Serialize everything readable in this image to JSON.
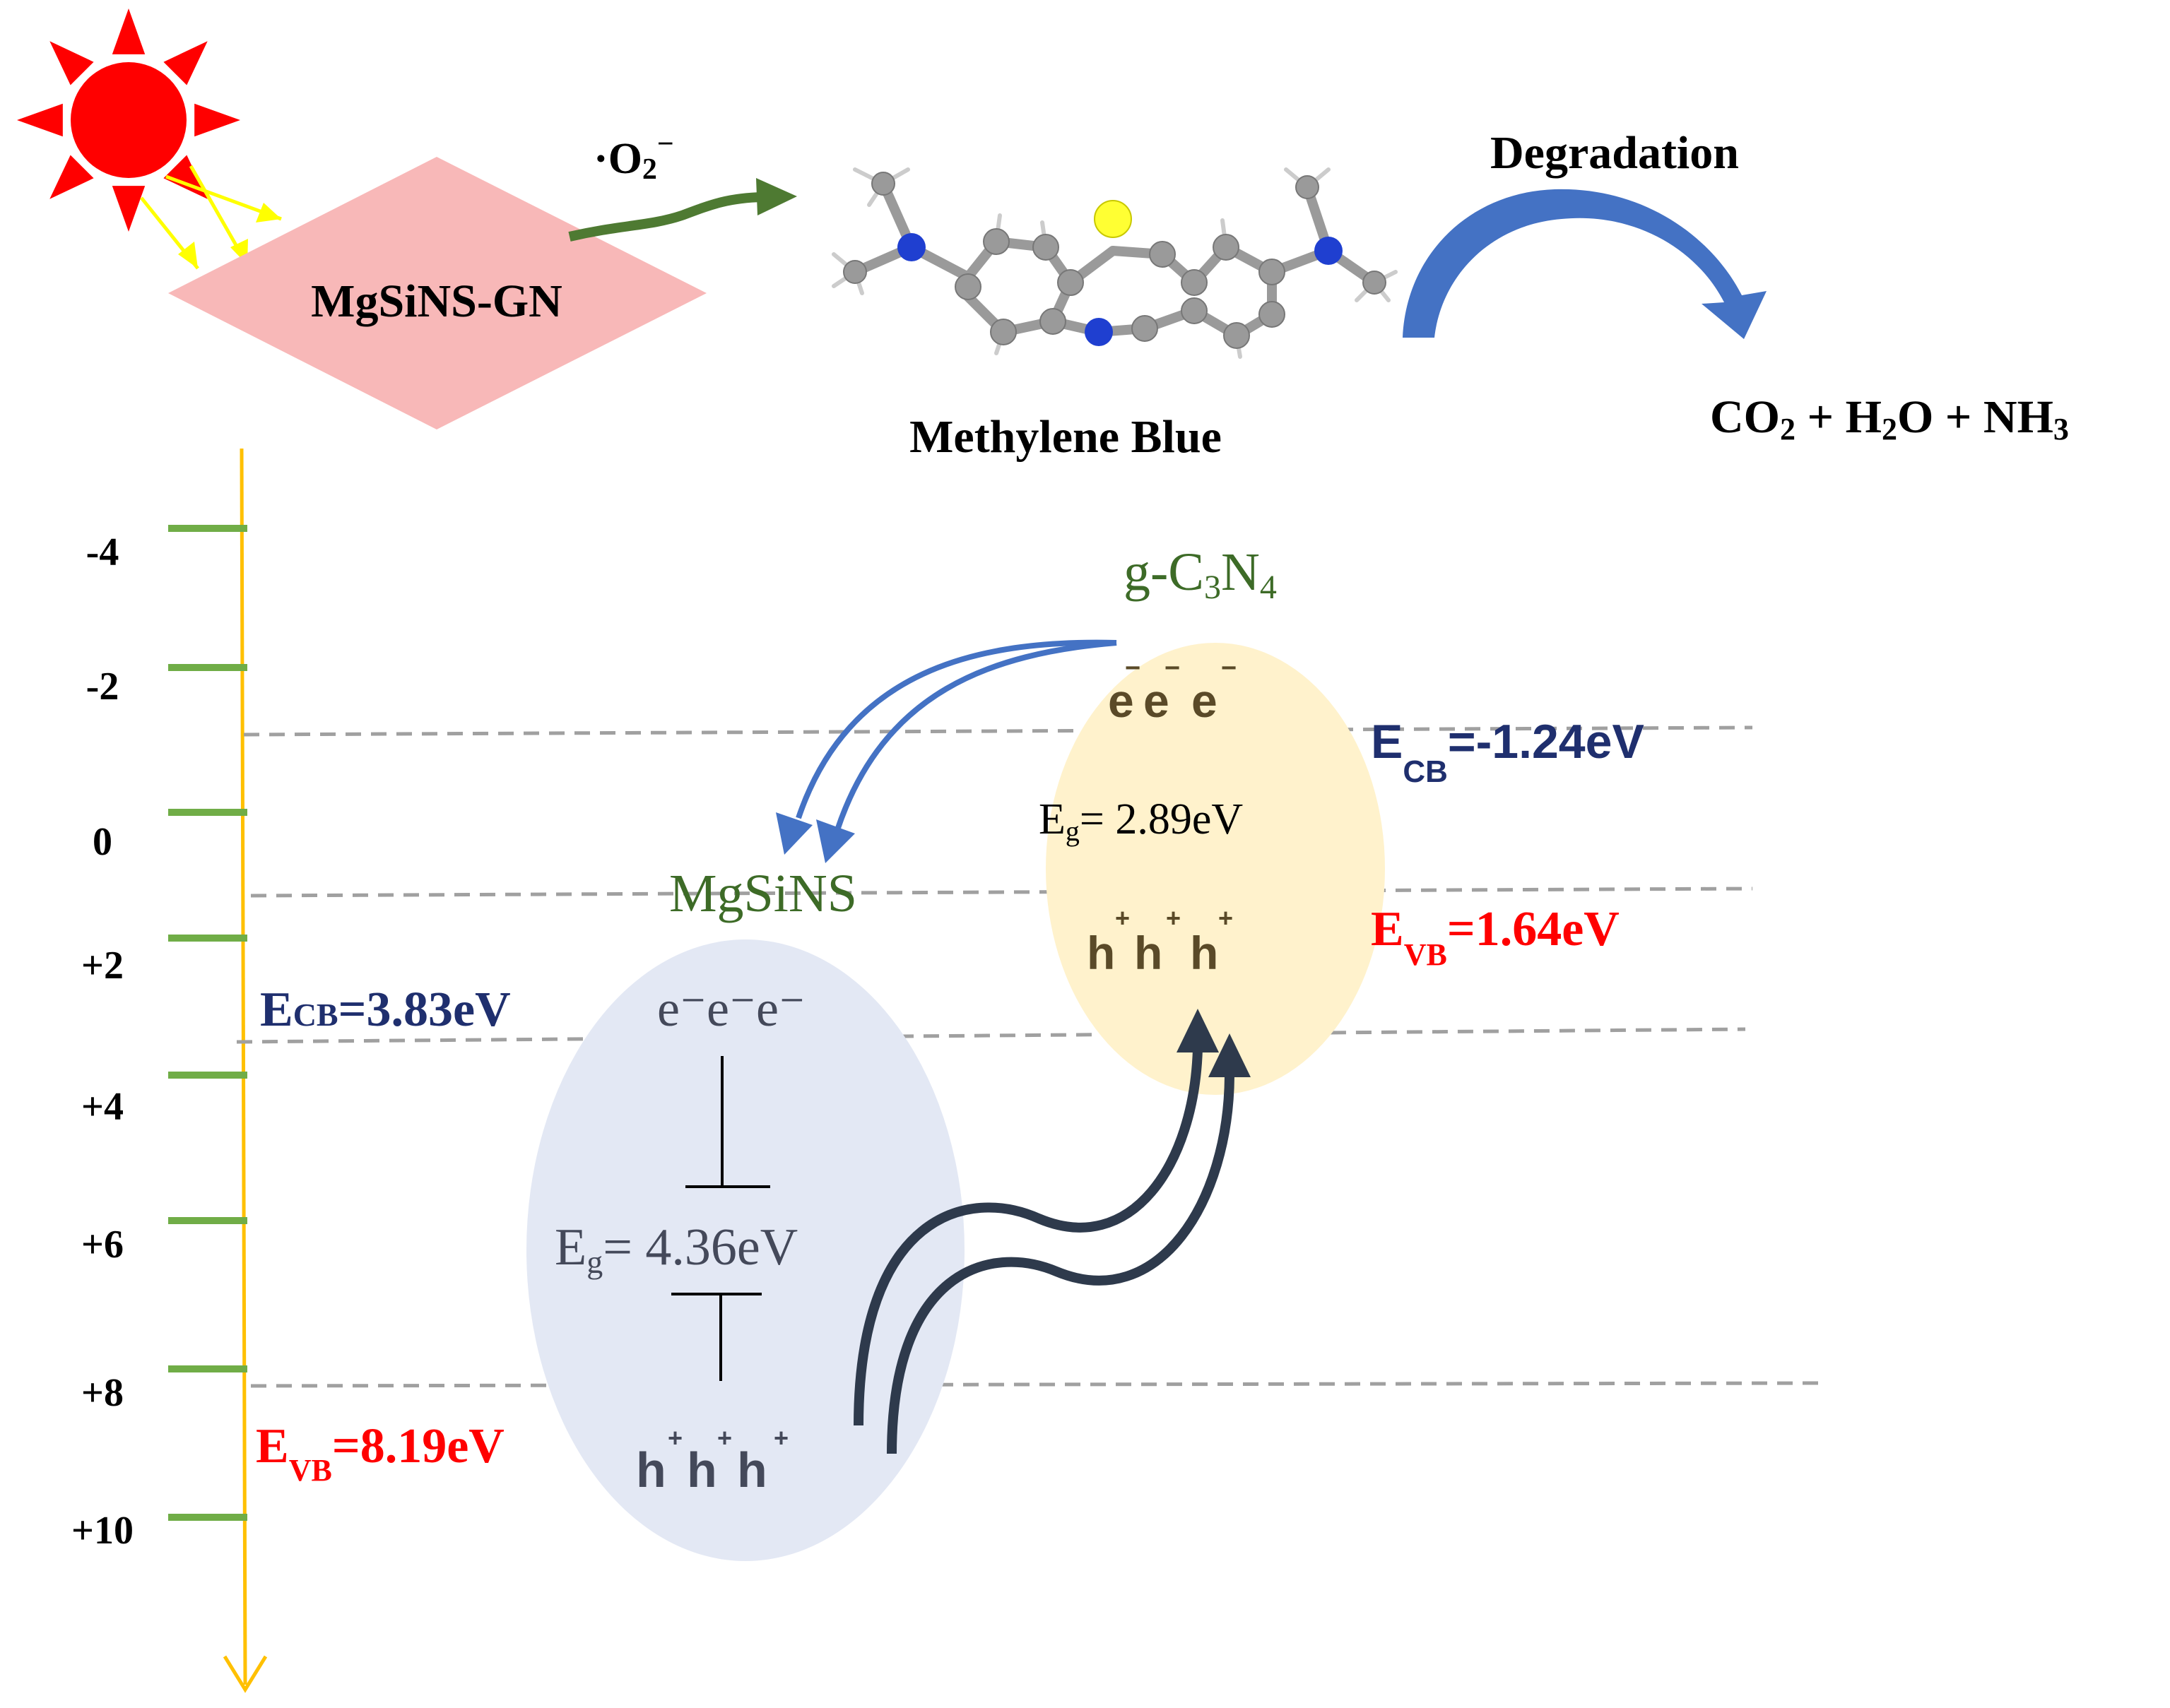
{
  "top": {
    "catalyst_label": "MgSiNS-GN",
    "superoxide": {
      "dot": "·",
      "main": "O",
      "sub": "2",
      "sup": "−"
    },
    "molecule_label": "Methylene Blue",
    "process_label": "Degradation",
    "products": {
      "p1": "CO",
      "p1_sub": "2",
      "plus1": " + ",
      "p2": "H",
      "p2_sub": "2",
      "p2_tail": "O",
      "plus2": " + ",
      "p3": "NH",
      "p3_sub": "3"
    }
  },
  "axis": {
    "tick_labels": [
      "-4",
      "-2",
      "0",
      "+2",
      "+4",
      "+6",
      "+8",
      "+10"
    ]
  },
  "gcn": {
    "name_main": "g-C",
    "name_sub1": "3",
    "name_mid": "N",
    "name_sub2": "4",
    "electrons": [
      "e",
      "e",
      "e"
    ],
    "electron_charge": "−",
    "eg_main": "E",
    "eg_sub": "g",
    "eg_value": "= 2.89eV",
    "holes": [
      "h",
      "h",
      "h"
    ],
    "hole_charge": "+",
    "ecb_main": "E",
    "ecb_sub": "CB",
    "ecb_value": "=-1.24eV",
    "evb_main": "E",
    "evb_sub": "VB",
    "evb_value": "=1.64eV"
  },
  "mgsins": {
    "name": "MgSiNS",
    "electrons_text": "e⁻e⁻e⁻",
    "eg_main": "E",
    "eg_sub": "g",
    "eg_value": "= 4.36eV",
    "holes": [
      "h",
      "h",
      "h"
    ],
    "hole_charge": "+",
    "ecb_main": "E",
    "ecb_sub": "CB",
    "ecb_value": "=3.83eV",
    "evb_main": "E",
    "evb_sub": "VB",
    "evb_value": "=8.19eV"
  },
  "colors": {
    "sun": "#ff0000",
    "light_ray": "#ffff00",
    "catalyst_fill": "#f8b8b8",
    "green_arrow": "#4e7a32",
    "degradation_arrow": "#4472c4",
    "axis": "#ffc000",
    "tick": "#70ad47",
    "dashed": "#a0a0a0",
    "gcn_fill": "#fff2cc",
    "gcn_text": "#5a4a28",
    "gcn_name": "#3d6b27",
    "mgsins_fill": "#e3e8f4",
    "mgsins_text": "#44495a",
    "mgsins_name": "#3d6b27",
    "transfer_arrow": "#4472c4",
    "excitation_arrow": "#2e3a4c",
    "cb_label": "#1f2f6e",
    "vb_label": "#ff0000"
  },
  "icons": [
    "sun-icon",
    "light-ray-icon",
    "superoxide-arrow-icon",
    "methylene-blue-molecule-icon",
    "degradation-arrow-icon",
    "electron-transfer-arrow-icon",
    "hole-excitation-arrow-icon"
  ]
}
